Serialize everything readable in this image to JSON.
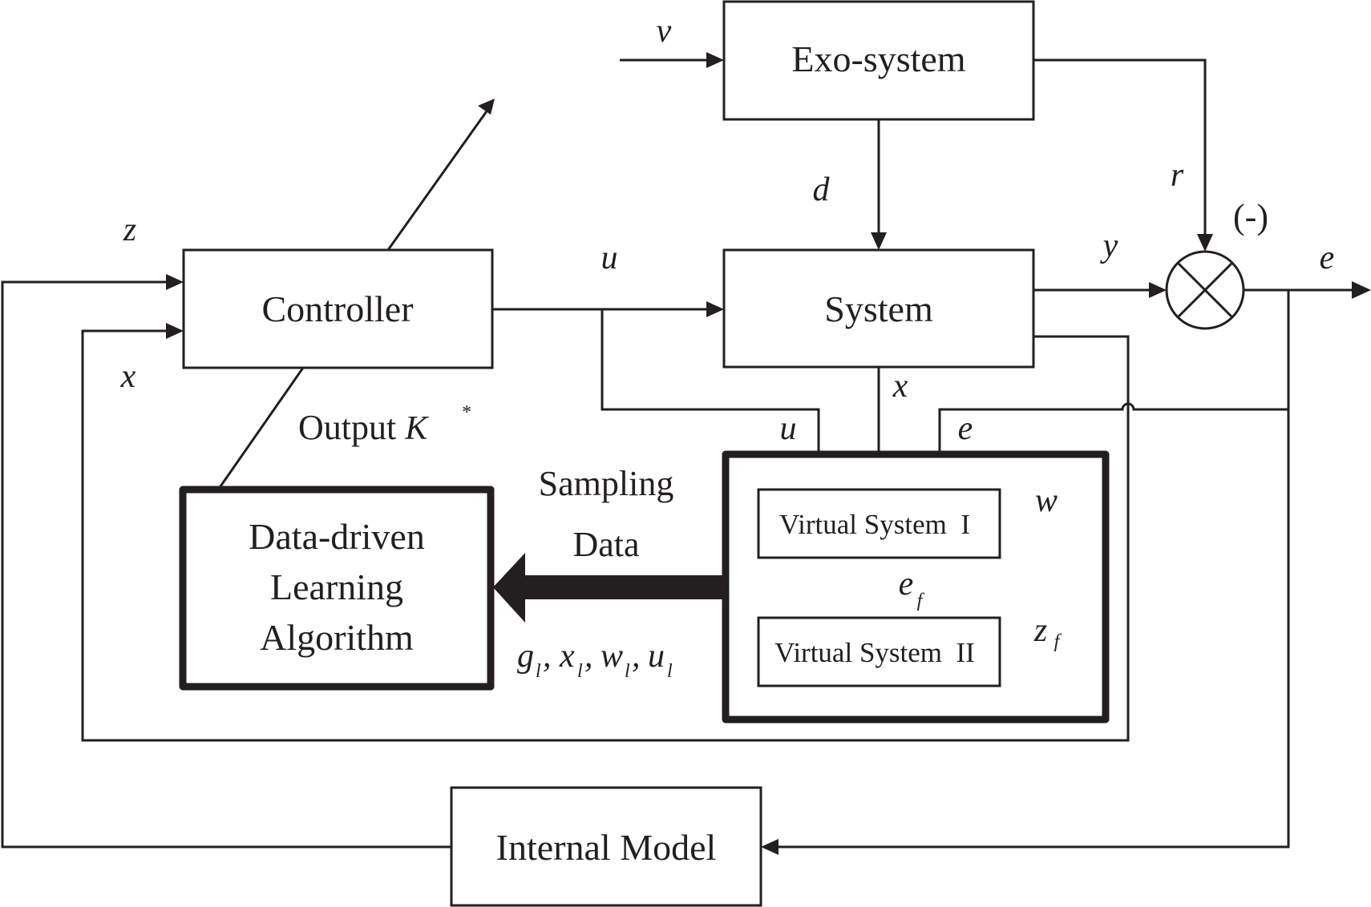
{
  "blocks": {
    "exo_system": "Exo-system",
    "system": "System",
    "controller": "Controller",
    "learning": [
      "Data-driven",
      "Learning",
      "Algorithm"
    ],
    "virtual_system_1": "Virtual System  I",
    "virtual_system_2": "Virtual System  II",
    "internal_model": "Internal Model"
  },
  "summing_junction": {
    "symbol": "multiply-cross",
    "sign_label": "(-)"
  },
  "signals": {
    "v": "v",
    "d": "d",
    "r": "r",
    "y": "y",
    "e_out": "e",
    "u_top": "u",
    "z": "z",
    "x_left": "x",
    "x_system": "x",
    "u_branch": "u",
    "e_branch": "e",
    "w": "w",
    "e_f": {
      "base": "e",
      "sub": "f"
    },
    "z_f": {
      "base": "z",
      "sub": "f"
    }
  },
  "annotations": {
    "output_k": {
      "text": "Output ",
      "symbol": "K",
      "sup": "*"
    },
    "sampling_data": [
      "Sampling",
      "Data"
    ],
    "sample_vars": [
      {
        "base": "g",
        "sub": "l"
      },
      {
        "base": "x",
        "sub": "l"
      },
      {
        "base": "w",
        "sub": "l"
      },
      {
        "base": "u",
        "sub": "l"
      }
    ]
  },
  "colors": {
    "ink": "#231f20",
    "background": "#ffffff"
  }
}
